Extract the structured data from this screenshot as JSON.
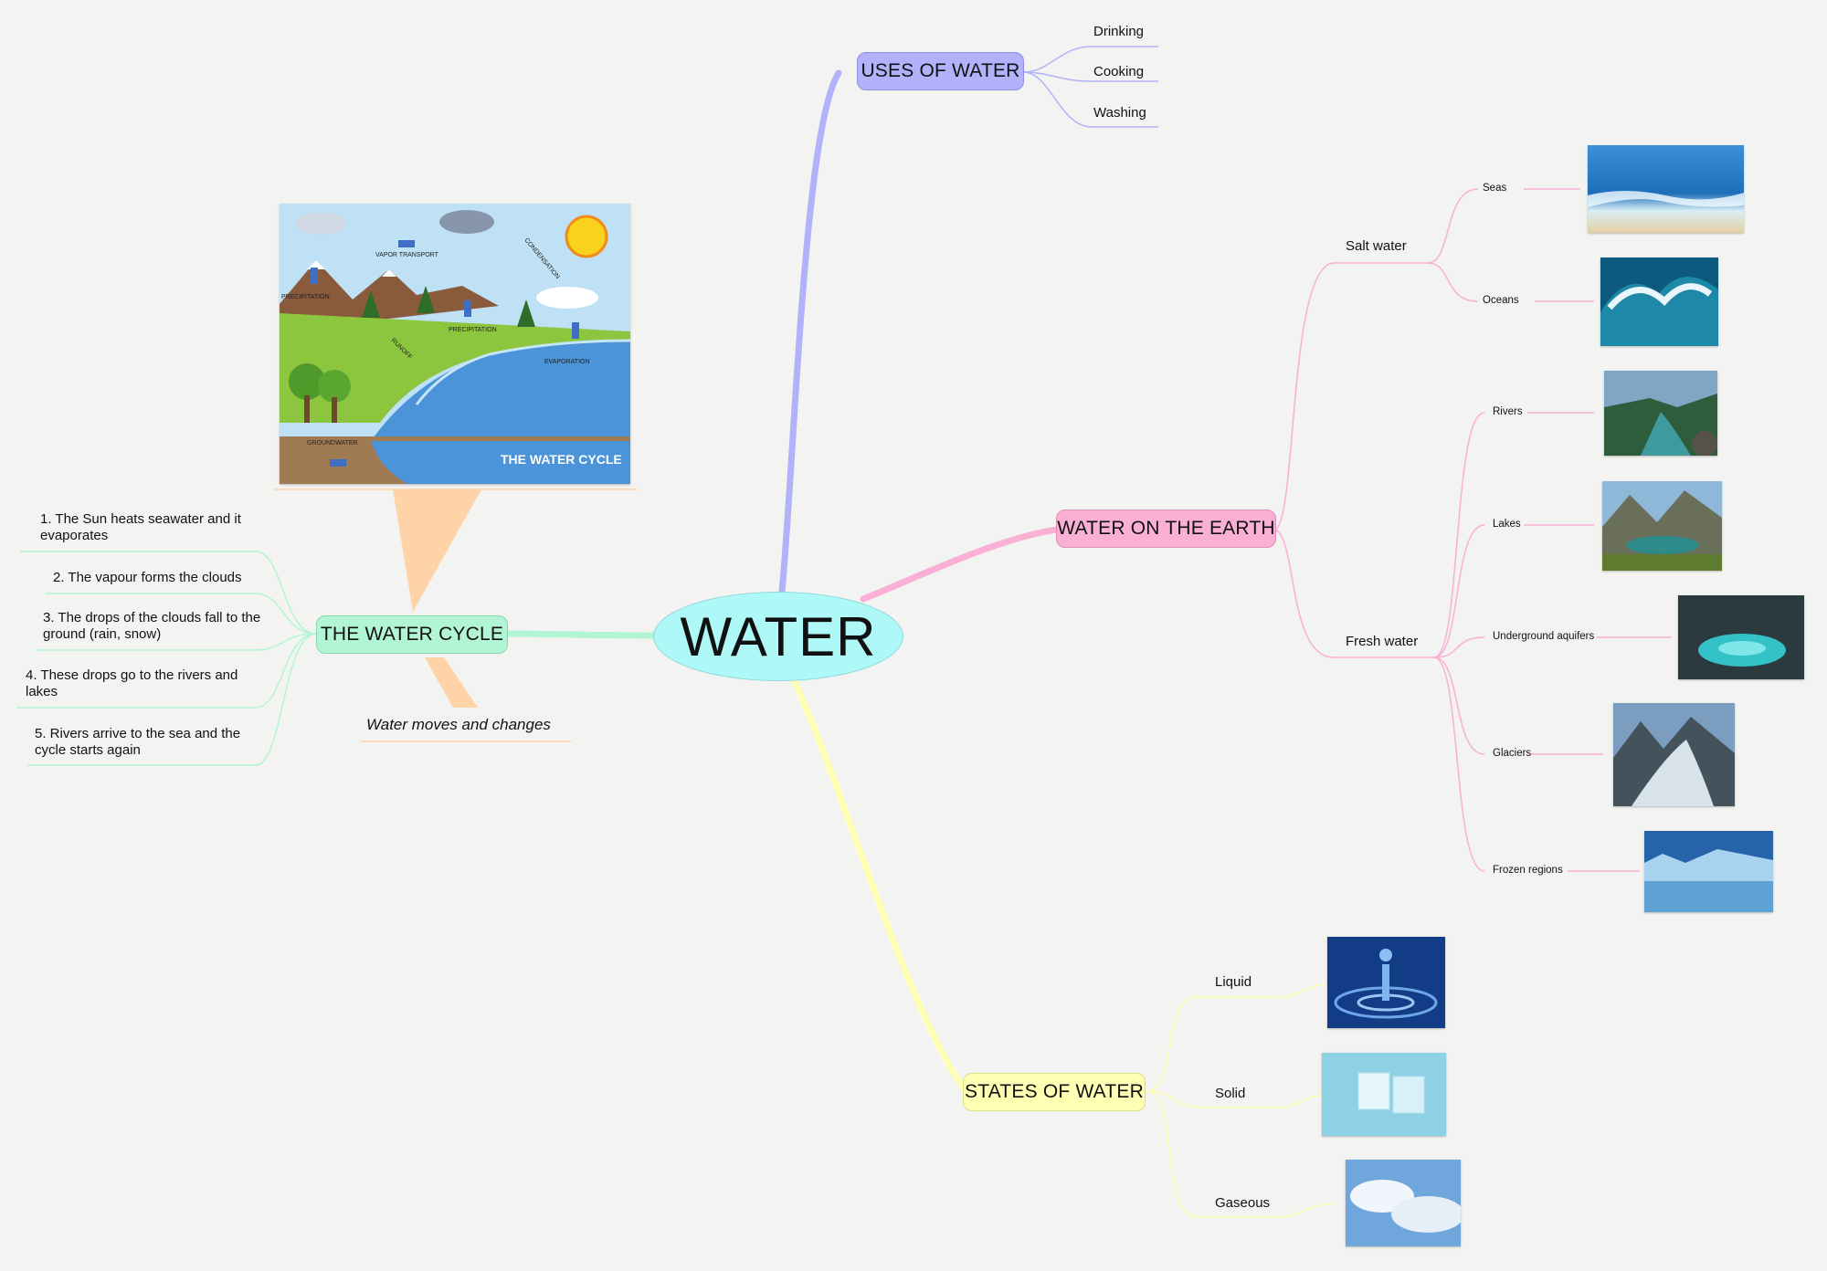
{
  "central": {
    "label": "WATER"
  },
  "uses": {
    "label": "USES OF WATER",
    "items": [
      "Drinking",
      "Cooking",
      "Washing"
    ]
  },
  "earth": {
    "label": "WATER ON THE EARTH",
    "salt": {
      "label": "Salt water",
      "items": [
        "Seas",
        "Oceans"
      ]
    },
    "fresh": {
      "label": "Fresh water",
      "items": [
        "Rivers",
        "Lakes",
        "Underground aquifers",
        "Glaciers",
        "Frozen regions"
      ]
    }
  },
  "states": {
    "label": "STATES OF WATER",
    "items": [
      "Liquid",
      "Solid",
      "Gaseous"
    ]
  },
  "cycle": {
    "label": "THE WATER CYCLE",
    "note": "Water moves and changes",
    "steps": [
      "1. The Sun heats seawater and it evaporates",
      "2. The vapour forms the clouds",
      "3. The drops of the clouds fall to the ground (rain, snow)",
      "4. These drops go to the rivers and lakes",
      "5. Rivers arrive to the sea and the cycle starts again"
    ],
    "illustration": {
      "labels": [
        "VAPOR TRANSPORT",
        "CONDENSATION",
        "PRECIPITATION",
        "PRECIPITATION",
        "RUNOFF",
        "EVAPORATION",
        "GROUNDWATER",
        "THE WATER CYCLE"
      ]
    }
  },
  "colors": {
    "uses": "#b2b2fa",
    "earth": "#f9b0d4",
    "states": "#ffffb4",
    "cycle": "#b2f5d4",
    "center": "#aef8f8",
    "callout": "#ffd3a8"
  }
}
